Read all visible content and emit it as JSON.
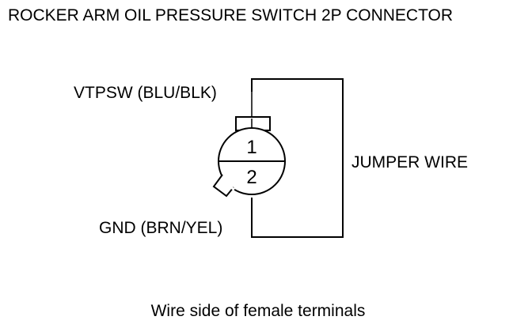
{
  "title": "ROCKER ARM OIL PRESSURE SWITCH 2P CONNECTOR",
  "labels": {
    "signal_wire": "VTPSW (BLU/BLK)",
    "ground_wire": "GND (BRN/YEL)",
    "jumper": "JUMPER WIRE"
  },
  "terminals": {
    "top": "1",
    "bottom": "2"
  },
  "caption": "Wire side of female terminals",
  "colors": {
    "line": "#000000",
    "background": "#ffffff"
  }
}
